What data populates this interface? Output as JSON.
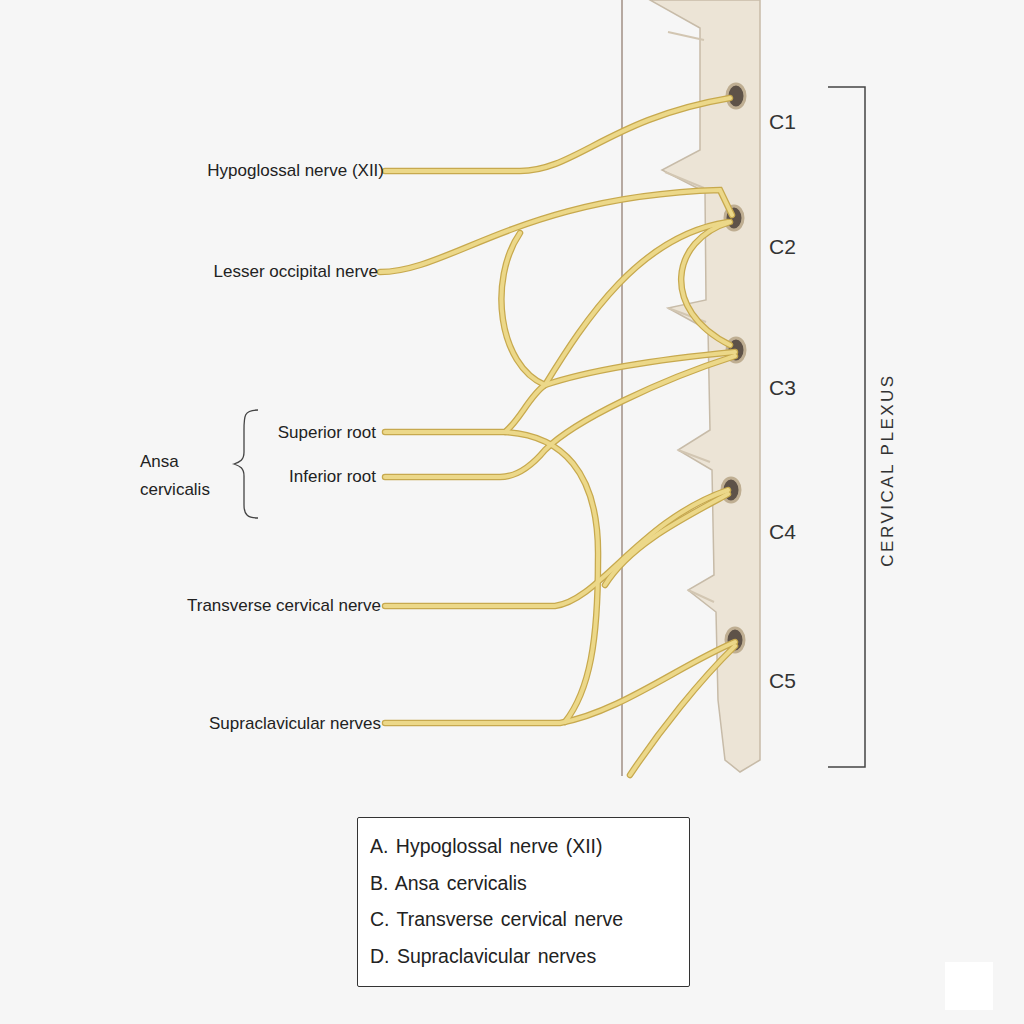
{
  "diagram": {
    "nodes": [
      {
        "text": [
          "A. Hypoglossal nerve (XII)",
          "B. Ansa cervicalis",
          "C. Transverse cervical nerve",
          "D. Supraclavicular nerves"
        ]
      }
    ],
    "labels": [
      "Hypoglossal nerve (XII)",
      "Lesser occipital nerve",
      "Ansa cervicalis",
      "Superior root",
      "Inferior root",
      "Transverse cervical nerve",
      "Supraclavicular nerves",
      "C1",
      "C2",
      "C3",
      "C4",
      "C5",
      "CERVICAL PLEXUS"
    ]
  }
}
